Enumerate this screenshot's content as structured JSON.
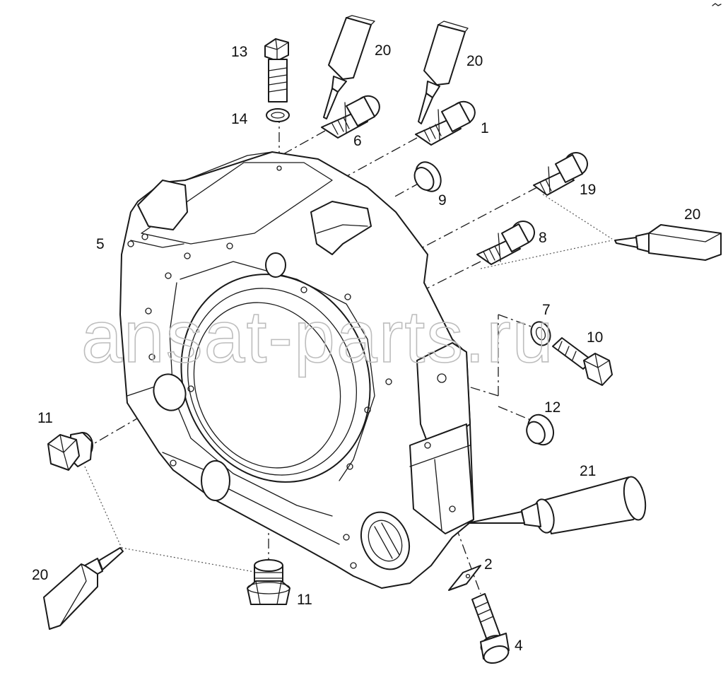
{
  "watermark": "ansat-parts.ru",
  "callouts": [
    {
      "id": "c13a",
      "text": "13"
    },
    {
      "id": "c20a",
      "text": "20"
    },
    {
      "id": "c20b",
      "text": "20"
    },
    {
      "id": "c14",
      "text": "14"
    },
    {
      "id": "c6",
      "text": "6"
    },
    {
      "id": "c1",
      "text": "1"
    },
    {
      "id": "c9",
      "text": "9"
    },
    {
      "id": "c19",
      "text": "19"
    },
    {
      "id": "c5",
      "text": "5"
    },
    {
      "id": "c20c",
      "text": "20"
    },
    {
      "id": "c8",
      "text": "8"
    },
    {
      "id": "c7",
      "text": "7"
    },
    {
      "id": "c10",
      "text": "10"
    },
    {
      "id": "c11a",
      "text": "11"
    },
    {
      "id": "c12",
      "text": "12"
    },
    {
      "id": "c21",
      "text": "21"
    },
    {
      "id": "c2",
      "text": "2"
    },
    {
      "id": "c20d",
      "text": "20"
    },
    {
      "id": "c11b",
      "text": "11"
    },
    {
      "id": "c4",
      "text": "4"
    }
  ],
  "icons": {
    "sealant_tube": "sealant-tube-icon",
    "grease_cartridge": "grease-cartridge-icon",
    "bolt": "bolt-icon",
    "dowel_pin": "dowel-pin-icon",
    "washer": "washer-icon",
    "plug": "plug-icon"
  }
}
